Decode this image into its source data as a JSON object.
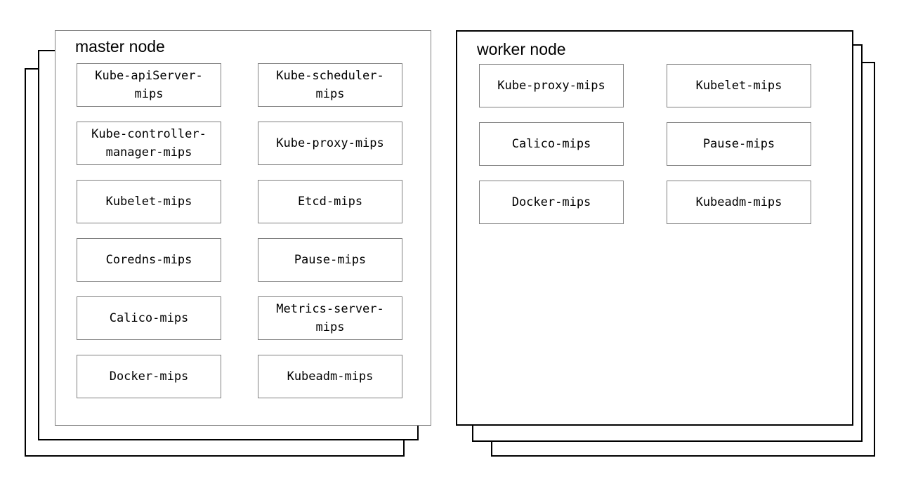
{
  "colors": {
    "background": "#ffffff",
    "master_panel_border": "#7f7f7f",
    "worker_panel_border": "#000000",
    "stack_layer_border": "#000000",
    "component_box_border": "#7f7f7f",
    "text": "#000000"
  },
  "nodes": [
    {
      "id": "master",
      "title": "master node",
      "stack_layers": 3,
      "stack_offset_direction": "bottom-left",
      "components": [
        "Kube-apiServer-mips",
        "Kube-scheduler-mips",
        "Kube-controller-manager-mips",
        "Kube-proxy-mips",
        "Kubelet-mips",
        "Etcd-mips",
        "Coredns-mips",
        "Pause-mips",
        "Calico-mips",
        "Metrics-server-mips",
        "Docker-mips",
        "Kubeadm-mips"
      ]
    },
    {
      "id": "worker",
      "title": "worker node",
      "stack_layers": 3,
      "stack_offset_direction": "bottom-right",
      "components": [
        "Kube-proxy-mips",
        "Kubelet-mips",
        "Calico-mips",
        "Pause-mips",
        "Docker-mips",
        "Kubeadm-mips"
      ]
    }
  ]
}
